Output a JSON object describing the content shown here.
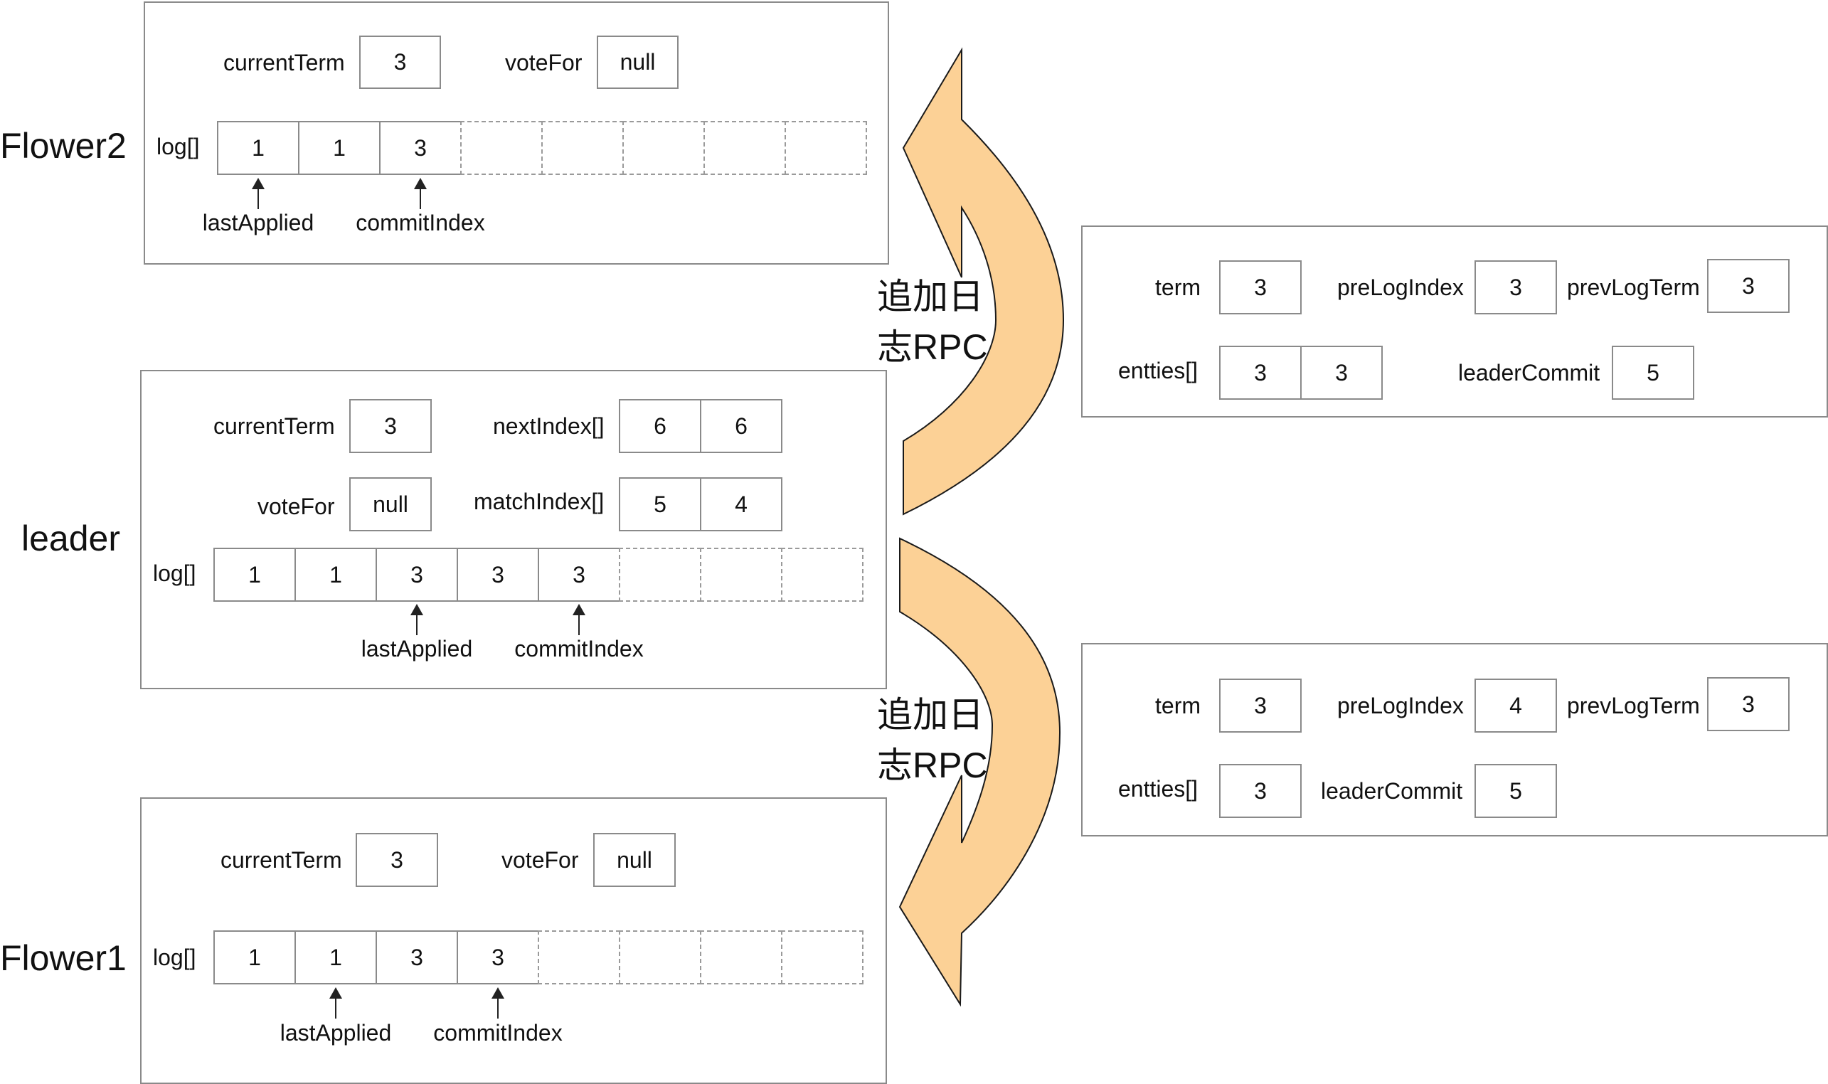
{
  "colors": {
    "arrow_fill": "#fcd196",
    "arrow_stroke": "#1a1a1a",
    "border": "#8a8a8a"
  },
  "flower2": {
    "name": "Flower2",
    "current_term_label": "currentTerm",
    "current_term": "3",
    "vote_for_label": "voteFor",
    "vote_for": "null",
    "log_label": "log[]",
    "log": [
      "1",
      "1",
      "3"
    ],
    "last_applied_label": "lastApplied",
    "commit_index_label": "commitIndex"
  },
  "leader": {
    "name": "leader",
    "current_term_label": "currentTerm",
    "current_term": "3",
    "vote_for_label": "voteFor",
    "vote_for": "null",
    "next_index_label": "nextIndex[]",
    "next_index": [
      "6",
      "6"
    ],
    "match_index_label": "matchIndex[]",
    "match_index": [
      "5",
      "4"
    ],
    "log_label": "log[]",
    "log": [
      "1",
      "1",
      "3",
      "3",
      "3"
    ],
    "last_applied_label": "lastApplied",
    "commit_index_label": "commitIndex"
  },
  "flower1": {
    "name": "Flower1",
    "current_term_label": "currentTerm",
    "current_term": "3",
    "vote_for_label": "voteFor",
    "vote_for": "null",
    "log_label": "log[]",
    "log": [
      "1",
      "1",
      "3",
      "3"
    ],
    "last_applied_label": "lastApplied",
    "commit_index_label": "commitIndex"
  },
  "rpc_top": {
    "label": [
      "追加日",
      "志RPC"
    ],
    "term_label": "term",
    "term": "3",
    "pre_log_index_label": "preLogIndex",
    "pre_log_index": "3",
    "prev_log_term_label": "prevLogTerm",
    "prev_log_term": "3",
    "entries_label": "entties[]",
    "entries": [
      "3",
      "3"
    ],
    "leader_commit_label": "leaderCommit",
    "leader_commit": "5"
  },
  "rpc_bottom": {
    "label": [
      "追加日",
      "志RPC"
    ],
    "term_label": "term",
    "term": "3",
    "pre_log_index_label": "preLogIndex",
    "pre_log_index": "4",
    "prev_log_term_label": "prevLogTerm",
    "prev_log_term": "3",
    "entries_label": "entties[]",
    "entries": [
      "3"
    ],
    "leader_commit_label": "leaderCommit",
    "leader_commit": "5"
  }
}
